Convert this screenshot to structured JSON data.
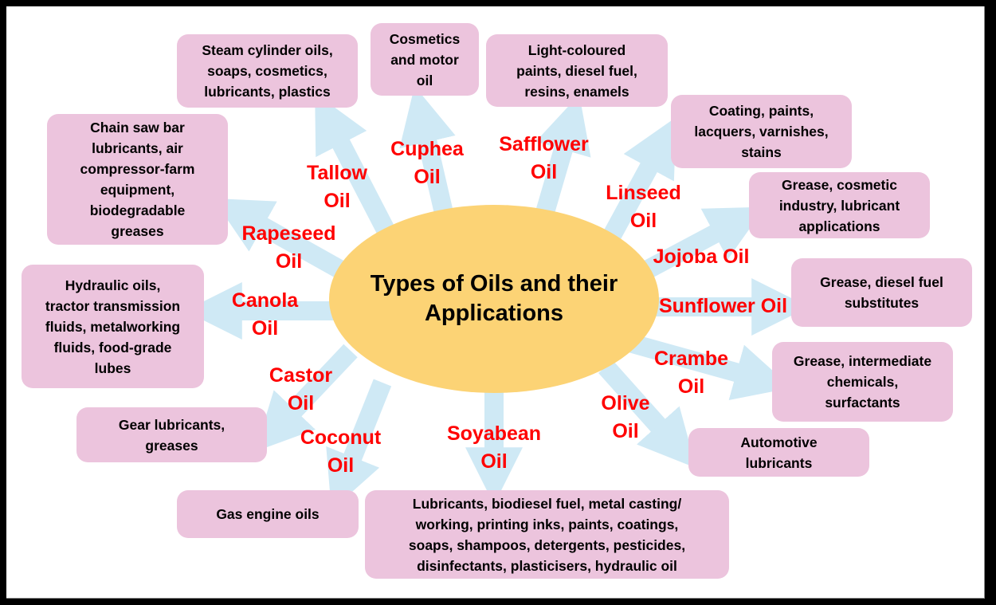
{
  "title": "Types of Oils and their\nApplications",
  "colors": {
    "hub_fill": "#fcd375",
    "box_fill": "#ecc4dd",
    "arrow_fill": "#cfe9f5",
    "oil_label": "#ff0000",
    "border": "#000000"
  },
  "oils": [
    {
      "id": "tallow",
      "name": "Tallow\nOil",
      "application": "Steam cylinder oils,\nsoaps, cosmetics,\nlubricants, plastics"
    },
    {
      "id": "cuphea",
      "name": "Cuphea\nOil",
      "application": "Cosmetics\nand motor\noil"
    },
    {
      "id": "safflower",
      "name": "Safflower\nOil",
      "application": "Light-coloured\npaints, diesel fuel,\nresins, enamels"
    },
    {
      "id": "linseed",
      "name": "Linseed\nOil",
      "application": "Coating, paints,\nlacquers, varnishes,\nstains"
    },
    {
      "id": "jojoba",
      "name": "Jojoba Oil",
      "application": "Grease, cosmetic\nindustry, lubricant\napplications"
    },
    {
      "id": "sunflower",
      "name": "Sunflower Oil",
      "application": "Grease, diesel fuel\nsubstitutes"
    },
    {
      "id": "crambe",
      "name": "Crambe\nOil",
      "application": "Grease, intermediate\nchemicals,\nsurfactants"
    },
    {
      "id": "olive",
      "name": "Olive\nOil",
      "application": "Automotive\nlubricants"
    },
    {
      "id": "soyabean",
      "name": "Soyabean\nOil",
      "application": "Lubricants, biodiesel fuel, metal casting/\nworking, printing inks, paints, coatings,\nsoaps, shampoos, detergents, pesticides,\ndisinfectants, plasticisers, hydraulic oil"
    },
    {
      "id": "coconut",
      "name": "Coconut\nOil",
      "application": "Gas engine oils"
    },
    {
      "id": "castor",
      "name": "Castor\nOil",
      "application": "Gear lubricants,\ngreases"
    },
    {
      "id": "canola",
      "name": "Canola\nOil",
      "application": "Hydraulic oils,\ntractor transmission\nfluids, metalworking\nfluids, food-grade\nlubes"
    },
    {
      "id": "rapeseed",
      "name": "Rapeseed\nOil",
      "application": "Chain saw bar\nlubricants, air\ncompressor-farm\nequipment,\nbiodegradable\ngreases"
    }
  ]
}
